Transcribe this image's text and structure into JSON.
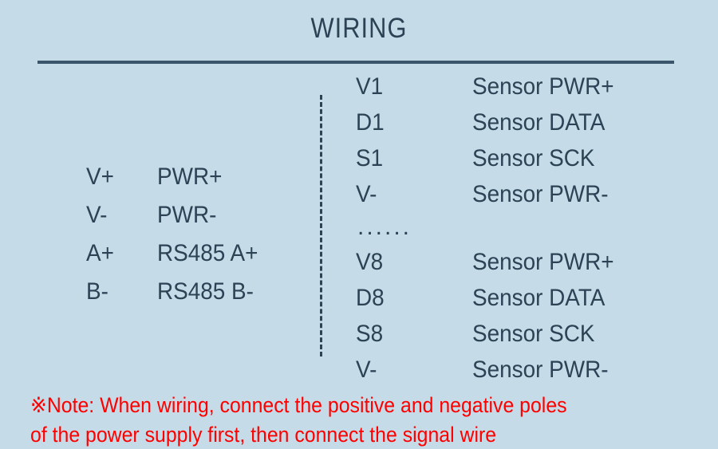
{
  "page": {
    "background_color": "#c5dce8",
    "text_color": "#2b4355",
    "accent_color": "#ff0000",
    "rule_color": "#3b566a"
  },
  "header": {
    "title": "WIRING"
  },
  "left_terminals": {
    "rows": [
      {
        "code": "V+",
        "desc": "PWR+"
      },
      {
        "code": "V-",
        "desc": "PWR-"
      },
      {
        "code": "A+",
        "desc": "RS485 A+"
      },
      {
        "code": "B-",
        "desc": "RS485 B-"
      }
    ]
  },
  "sensor_terminals": {
    "rows": [
      {
        "code": "V1",
        "desc": "Sensor PWR+"
      },
      {
        "code": "D1",
        "desc": "Sensor DATA"
      },
      {
        "code": "S1",
        "desc": "Sensor SCK"
      },
      {
        "code": "V-",
        "desc": "Sensor PWR-"
      }
    ],
    "ellipsis": "......",
    "rows2": [
      {
        "code": "V8",
        "desc": "Sensor PWR+"
      },
      {
        "code": "D8",
        "desc": "Sensor DATA"
      },
      {
        "code": "S8",
        "desc": "Sensor SCK"
      },
      {
        "code": "V-",
        "desc": "Sensor PWR-"
      }
    ]
  },
  "note": {
    "line1": "※Note: When wiring, connect the positive and negative poles",
    "line2": "of the power supply first, then connect the signal wire"
  }
}
